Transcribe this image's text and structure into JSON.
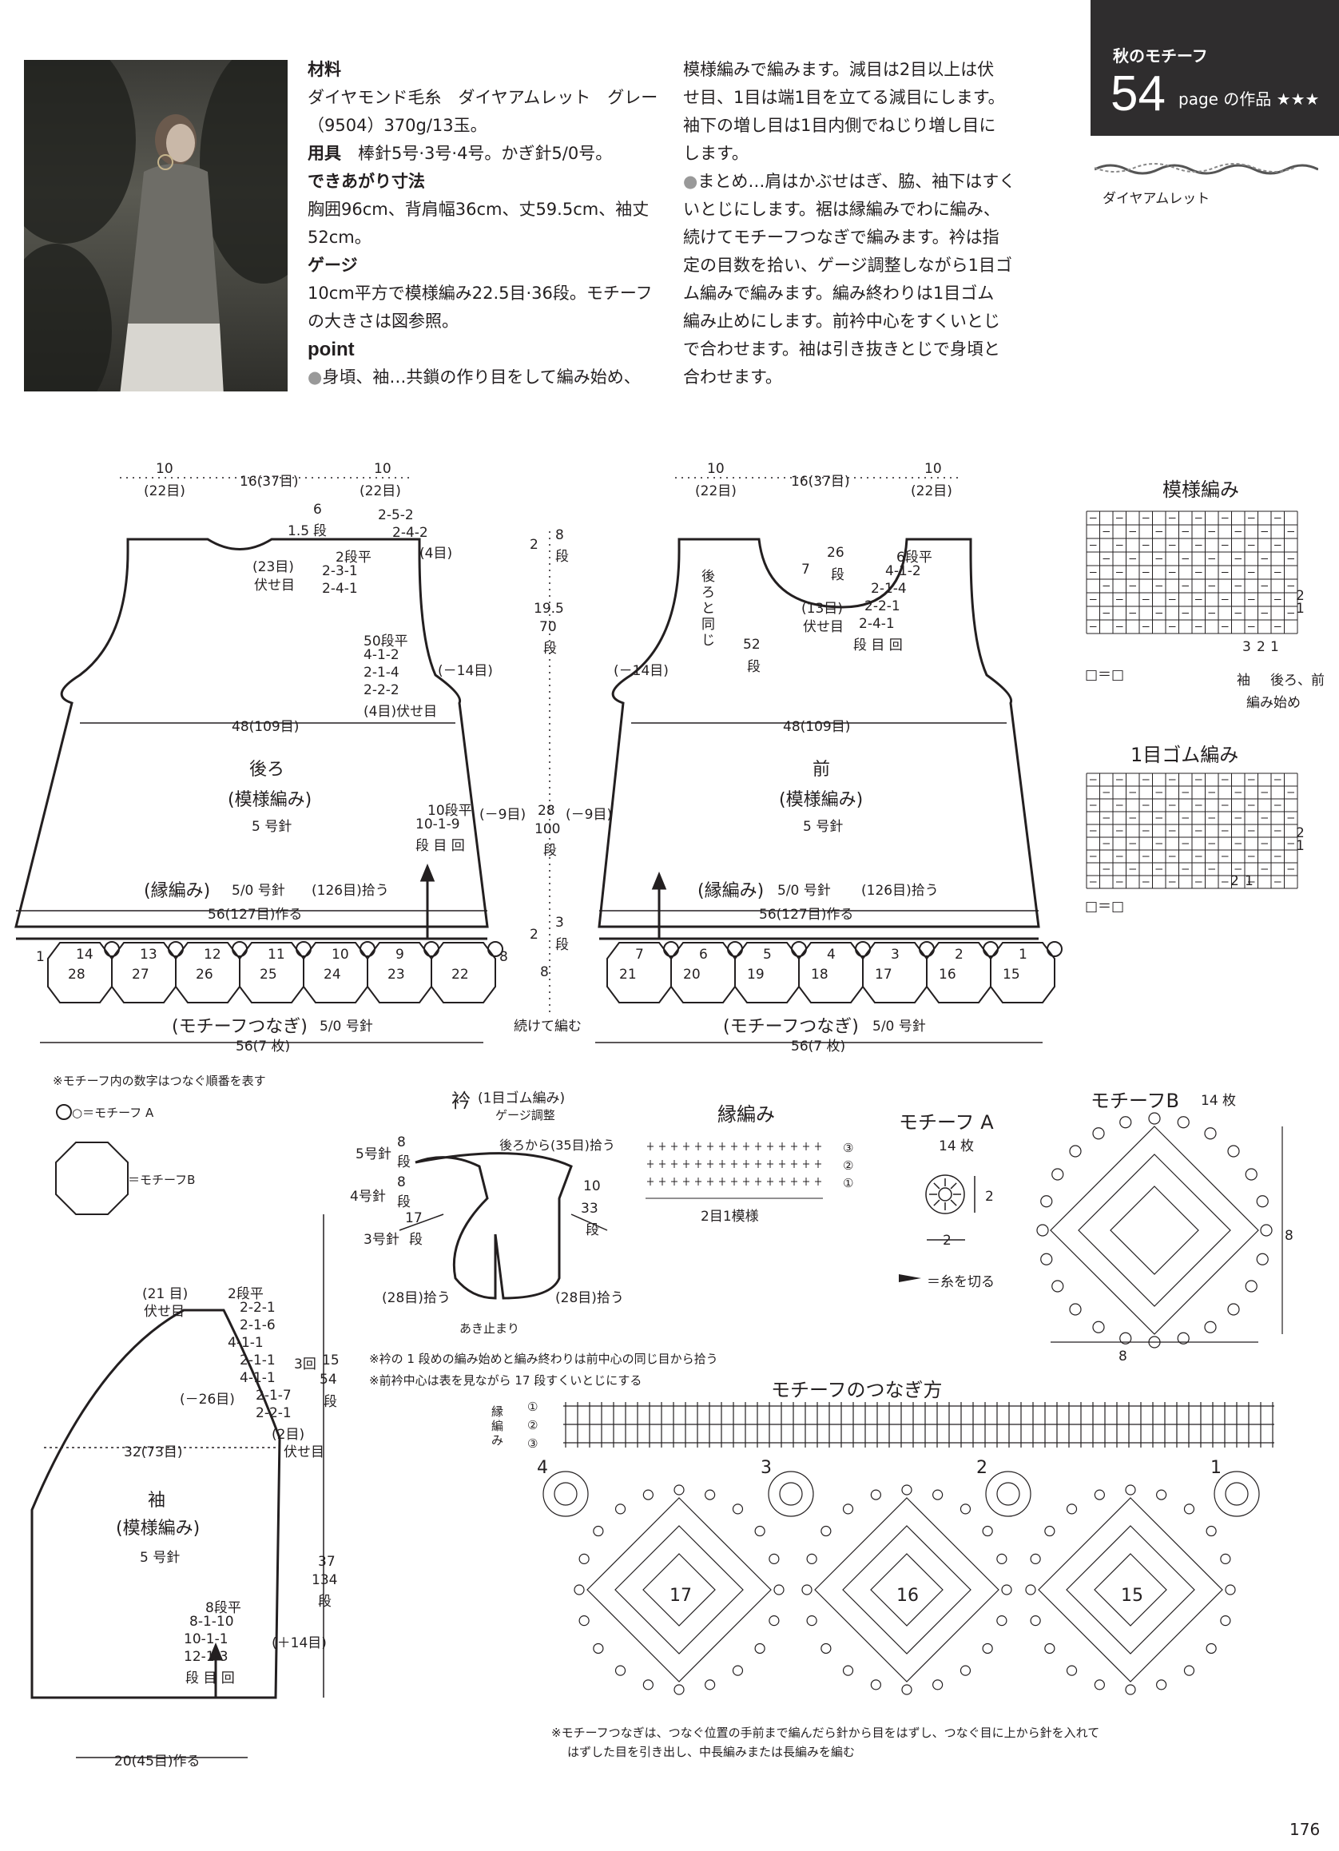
{
  "header": {
    "badge_title": "秋のモチーフ",
    "page_number": "54",
    "page_label": "page の作品 ★★★",
    "yarn_label": "ダイヤアムレット"
  },
  "materials": {
    "h_material": "材料",
    "material": "ダイヤモンド毛糸　ダイヤアムレット　グレー（9504）370g/13玉。",
    "h_tools": "用具",
    "tools": "棒針5号·3号·4号。かぎ針5/0号。",
    "h_size": "できあがり寸法",
    "size": "胸囲96cm、背肩幅36cm、丈59.5cm、袖丈52cm。",
    "h_gauge": "ゲージ",
    "gauge": "10cm平方で模様編み22.5目·36段。モチーフの大きさは図参照。",
    "h_point": "point",
    "point1": "身頃、袖…共鎖の作り目をして編み始め、"
  },
  "column2": {
    "l1": "模様編みで編みます。減目は2目以上は伏",
    "l2": "せ目、1目は端1目を立てる減目にします。",
    "l3": "袖下の増し目は1目内側でねじり増し目に",
    "l4": "します。",
    "l5": "まとめ…肩はかぶせはぎ、脇、袖下はすく",
    "l6": "いとじにします。裾は縁編みでわに編み、",
    "l7": "続けてモチーフつなぎで編みます。衿は指",
    "l8": "定の目数を拾い、ゲージ調整しながら1目ゴ",
    "l9": "ム編みで編みます。編み終わりは1目ゴム",
    "l10": "編み止めにします。前衿中心をすくいとじ",
    "l11": "で合わせます。袖は引き抜きとじで身頃と",
    "l12": "合わせます。"
  },
  "back": {
    "top_dims": [
      "10",
      "(22目)",
      "16(37目)",
      "10",
      "(22目)"
    ],
    "neck": [
      "1.5",
      "6",
      "段",
      "(23目)",
      "伏せ目"
    ],
    "shoulder": [
      "2-5-2",
      "2-4-2",
      "(4目)"
    ],
    "neckdec": [
      "2段平",
      "2-3-1",
      "2-4-1"
    ],
    "armhole": [
      "50段平",
      "4-1-2",
      "2-1-4",
      "2-2-2",
      "(4目)伏せ目"
    ],
    "armhole_side": "(－14目)",
    "width": "48(109目)",
    "name": "後ろ",
    "pattern": "(模様編み)",
    "needle": "5 号針",
    "side_dec": [
      "10段平",
      "10-1-9",
      "段 目 回"
    ],
    "side_note": "(－9目)",
    "edge": "(縁編み)",
    "edge_needle": "5/0 号針",
    "pickup": "(126目)拾う",
    "cast": "56(127目)作る",
    "motif_top": [
      "14",
      "13",
      "12",
      "11",
      "10",
      "9",
      "8"
    ],
    "motif_bot": [
      "28",
      "27",
      "26",
      "25",
      "24",
      "23",
      "22"
    ],
    "motif_label": "(モチーフつなぎ)",
    "motif_needle": "5/0 号針",
    "total": "56(7 枚)",
    "left_one": "1"
  },
  "center": {
    "dims": [
      "2",
      "8",
      "段",
      "19.5",
      "70",
      "段",
      "28",
      "100",
      "段",
      "2",
      "3",
      "段",
      "8"
    ],
    "note": "続けて編む"
  },
  "front": {
    "top_dims": [
      "10",
      "(22目)",
      "16(37目)",
      "10",
      "(22目)"
    ],
    "neck": [
      "7",
      "26",
      "段",
      "(13目)",
      "伏せ目"
    ],
    "neckdec": [
      "6段平",
      "4-1-2",
      "2-1-4",
      "2-2-1",
      "2-4-1",
      "段 目 回"
    ],
    "same": "後ろと同じ",
    "rows52": [
      "52",
      "段"
    ],
    "armhole_side": "(－14目)",
    "width": "48(109目)",
    "name": "前",
    "pattern": "(模様編み)",
    "needle": "5 号針",
    "side_note": "(－9目)",
    "edge": "(縁編み)",
    "edge_needle": "5/0 号針",
    "pickup": "(126目)拾う",
    "cast": "56(127目)作る",
    "motif_top": [
      "7",
      "6",
      "5",
      "4",
      "3",
      "2",
      "1"
    ],
    "motif_bot": [
      "21",
      "20",
      "19",
      "18",
      "17",
      "16",
      "15"
    ],
    "motif_label": "(モチーフつなぎ)",
    "motif_needle": "5/0 号針",
    "total": "56(7 枚)"
  },
  "chart_pattern": {
    "title": "模様編み",
    "legend": "□＝□",
    "labels": [
      "3",
      "2",
      "1",
      "2",
      "1",
      "袖",
      "後ろ、前",
      "編み始め"
    ]
  },
  "chart_rib": {
    "title": "1目ゴム編み",
    "legend": "□＝□",
    "labels": [
      "2",
      "1",
      "2",
      "1"
    ]
  },
  "notes": {
    "motif_note": "※モチーフ内の数字はつなぐ順番を表す",
    "motif_a_key": "○＝モチーフ A",
    "motif_b_key": "＝モチーフB"
  },
  "collar": {
    "title": "衿",
    "subtitle": "(1目ゴム編み)",
    "gauge": "ゲージ調整",
    "from_back": "後ろから(35目)拾う",
    "left": [
      "5号針",
      "8",
      "段",
      "4号針",
      "8",
      "段",
      "3号針",
      "17",
      "段"
    ],
    "right": [
      "10",
      "33",
      "段"
    ],
    "pick_l": "(28目)拾う",
    "pick_r": "(28目)拾う",
    "open": "あき止まり",
    "note1": "※衿の 1 段めの編み始めと編み終わりは前中心の同じ目から拾う",
    "note2": "※前衿中心は表を見ながら 17 段すくいとじにする"
  },
  "edging": {
    "title": "縁編み",
    "rows": [
      "③",
      "②",
      "①"
    ],
    "repeat": "2目1模様"
  },
  "motif_a": {
    "title": "モチーフ A",
    "count": "14 枚",
    "dims": [
      "2",
      "2"
    ],
    "cut": "＝糸を切る"
  },
  "motif_b": {
    "title": "モチーフB",
    "count": "14 枚",
    "dims": [
      "8",
      "8"
    ]
  },
  "sleeve": {
    "top": [
      "(21 目)",
      "伏せ目"
    ],
    "cap": [
      "2段平",
      "2-2-1",
      "2-1-6",
      "4-1-1",
      "2-1-1",
      "4-1-1",
      "2-1-7",
      "2-2-1",
      "(2目)",
      "伏せ目"
    ],
    "times": "3回",
    "cap_rows": [
      "15",
      "54",
      "段"
    ],
    "cap_side": "(－26目)",
    "width": "32(73目)",
    "name": "袖",
    "pattern": "(模様編み)",
    "needle": "5 号針",
    "rows": [
      "37",
      "134",
      "段"
    ],
    "inc": [
      "8段平",
      "8-1-10",
      "10-1-1",
      "12-1-3",
      "段 目 回"
    ],
    "inc_side": "(＋14目)",
    "cast": "20(45目)作る"
  },
  "joining": {
    "title": "モチーフのつなぎ方",
    "row_label": "縁編み",
    "rows": [
      "①",
      "②",
      "③"
    ],
    "numbers": [
      "4",
      "3",
      "2",
      "1"
    ],
    "motifs": [
      "17",
      "16",
      "15"
    ],
    "note1": "※モチーフつなぎは、つなぐ位置の手前まで編んだら針から目をはずし、つなぐ目に上から針を入れて",
    "note2": "はずした目を引き出し、中長編みまたは長編みを編む"
  },
  "footer": {
    "page": "176"
  }
}
